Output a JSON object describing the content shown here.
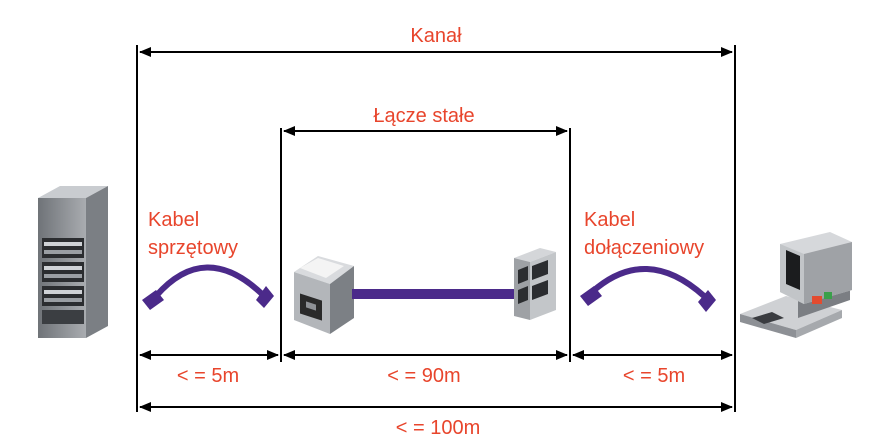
{
  "labels": {
    "channel": "Kanał",
    "permanent_link": "Łącze stałe",
    "equipment_cable_line1": "Kabel",
    "equipment_cable_line2": "sprzętowy",
    "patch_cable_line1": "Kabel",
    "patch_cable_line2": "dołączeniowy",
    "left_length": "< = 5m",
    "middle_length": "< = 90m",
    "right_length": "< = 5m",
    "total_length": "< = 100m"
  },
  "colors": {
    "text": "#e8452c",
    "cable": "#4b2a8a",
    "lines": "#000000",
    "device_gray": "#8c8f94"
  },
  "icons": [
    "server-rack-icon",
    "patch-panel-jack-icon",
    "wall-outlet-icon",
    "computer-workstation-icon",
    "equipment-cable-icon",
    "patch-cable-icon"
  ]
}
